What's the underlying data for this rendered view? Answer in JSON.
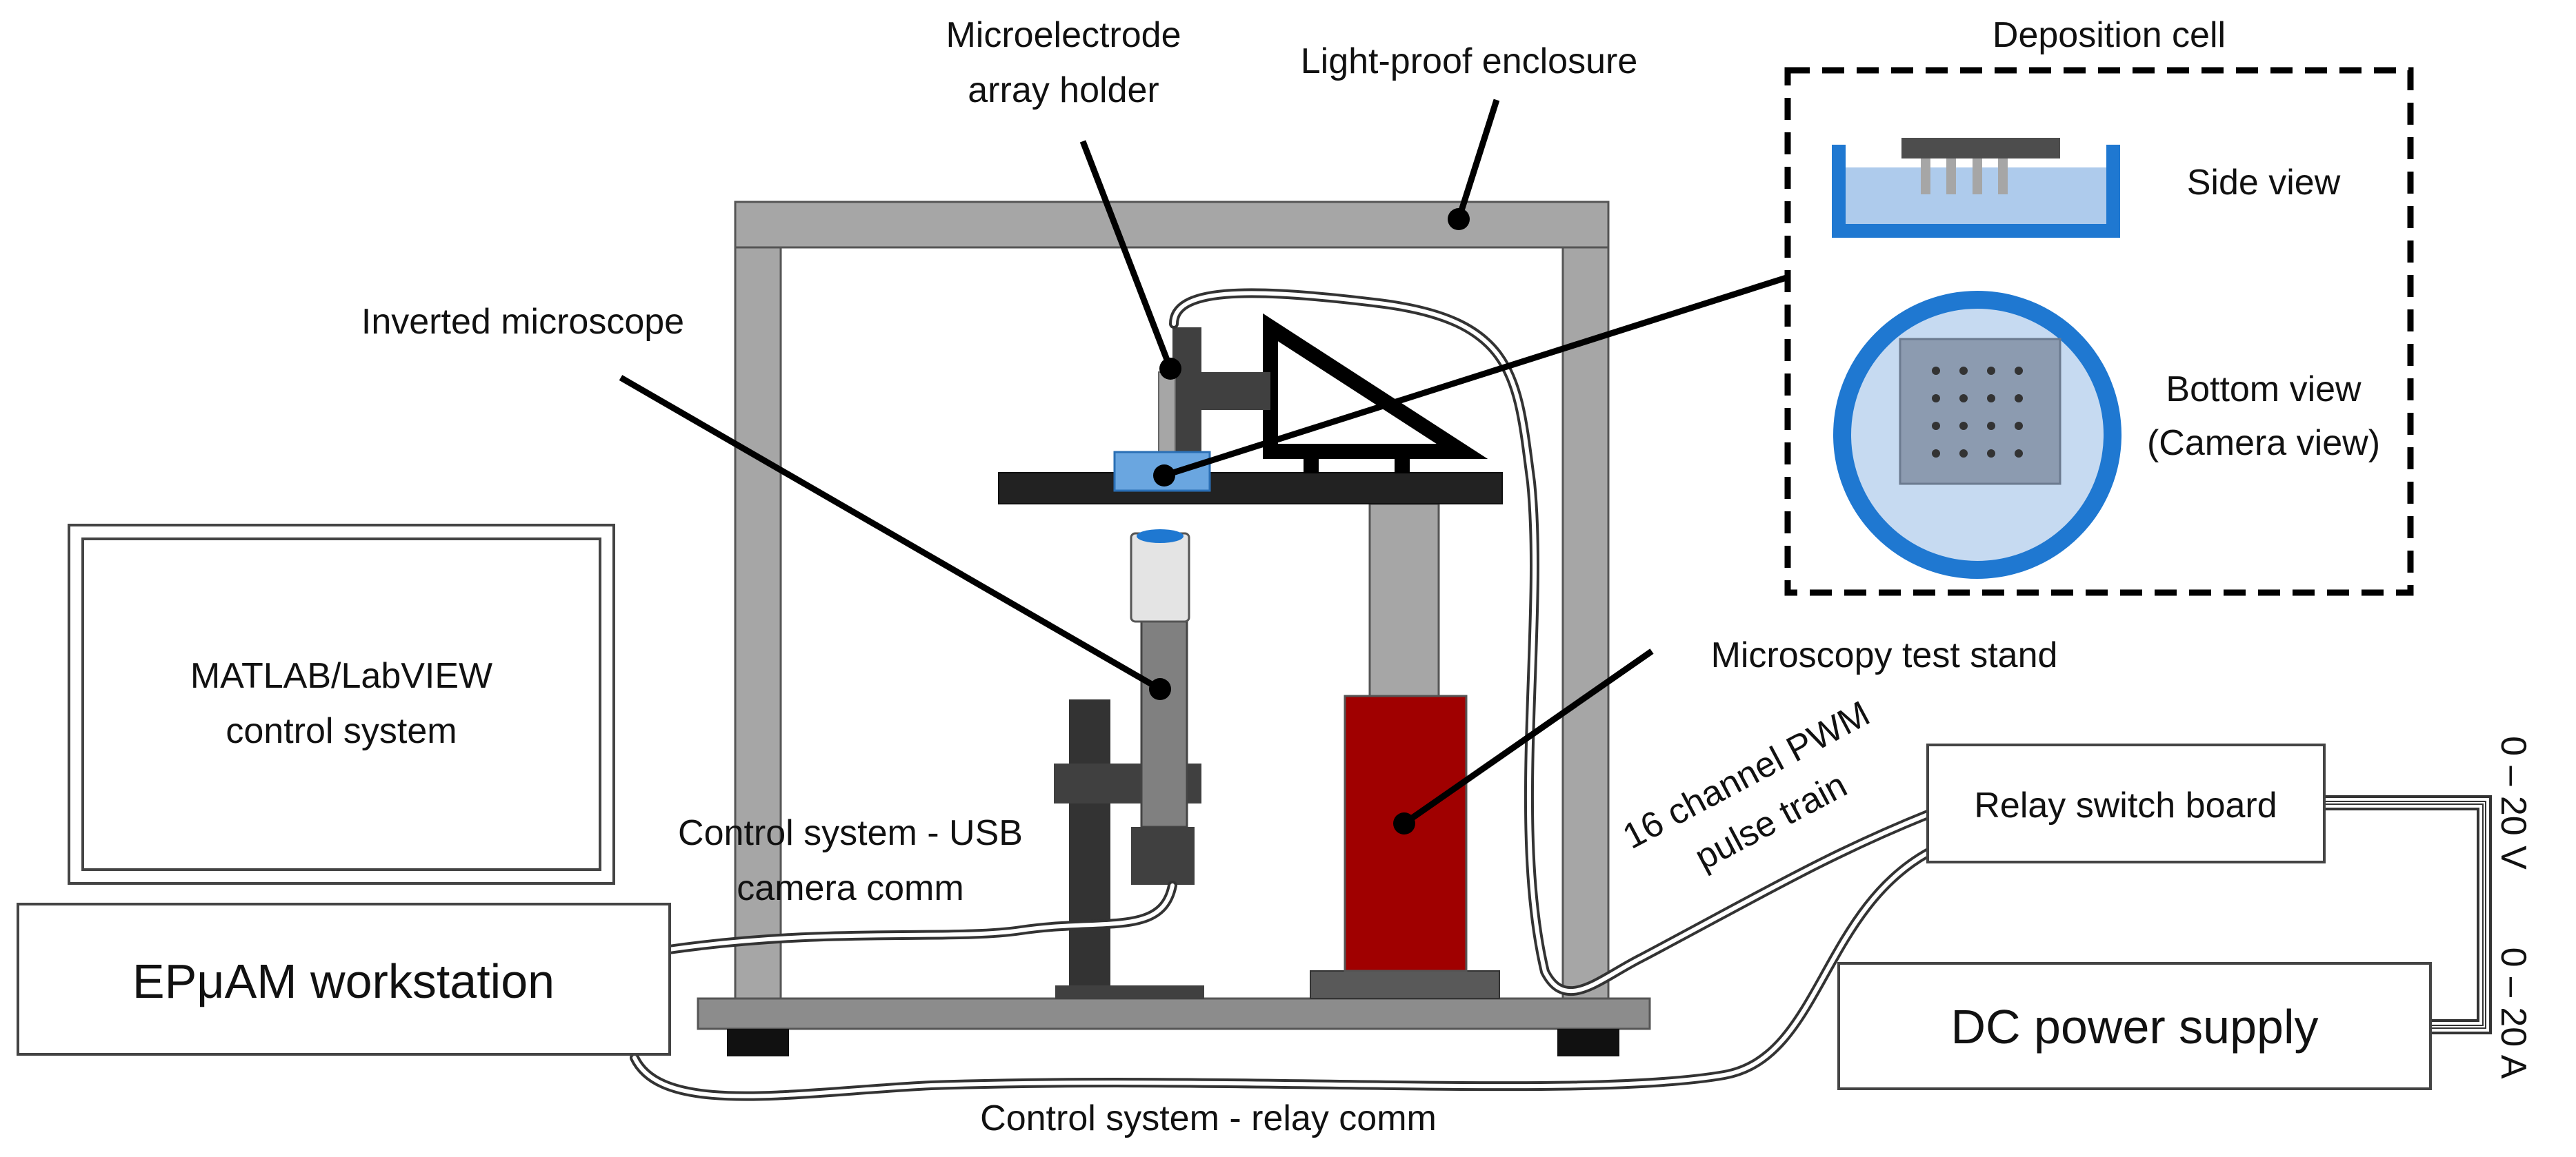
{
  "labels": {
    "mea_holder_l1": "Microelectrode",
    "mea_holder_l2": "array holder",
    "enclosure": "Light-proof enclosure",
    "deposition_cell": "Deposition cell",
    "side_view": "Side view",
    "bottom_view_l1": "Bottom view",
    "bottom_view_l2": "(Camera view)",
    "inverted_microscope": "Inverted microscope",
    "test_stand": "Microscopy test stand",
    "control_l1": "MATLAB/LabVIEW",
    "control_l2": "control system",
    "usb_l1": "Control system - USB",
    "usb_l2": "camera comm",
    "pwm_l1": "16 channel PWM",
    "pwm_l2": "pulse train",
    "relay_board": "Relay switch board",
    "workstation": "EPμAM workstation",
    "dc_supply": "DC power supply",
    "relay_comm": "Control system - relay comm",
    "voltage": "0 – 20 V",
    "current": "0 – 20 A"
  },
  "colors": {
    "frame_gray": "#a6a6a6",
    "dark_gray": "#404040",
    "stand_red": "#a00000",
    "blue_ring": "#1f78d1",
    "light_blue": "#c6daf1",
    "liquid_blue": "#aecbec",
    "chip_gray": "#8c9bb0",
    "outline": "#222222"
  }
}
